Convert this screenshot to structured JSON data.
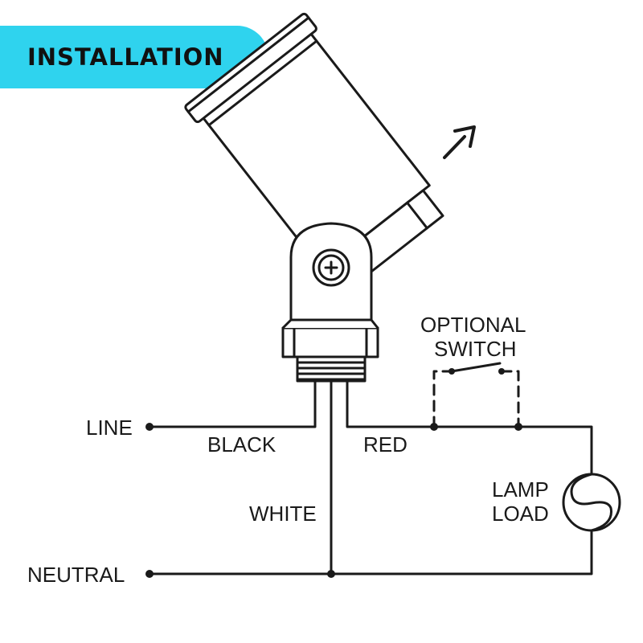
{
  "header": {
    "title": "INSTALLATION"
  },
  "colors": {
    "banner": "#2fd3ee",
    "line": "#1a1a1a",
    "background": "#ffffff"
  },
  "diagram": {
    "terminals": {
      "line": "LINE",
      "neutral": "NEUTRAL"
    },
    "wires": {
      "black": "BLACK",
      "red": "RED",
      "white": "WHITE"
    },
    "switch": {
      "line1": "OPTIONAL",
      "line2": "SWITCH"
    },
    "lamp": {
      "line1": "LAMP",
      "line2": "LOAD"
    },
    "icons": [
      "photocell-sensor-icon",
      "screw-icon",
      "arrow-icon",
      "lamp-icon",
      "switch-icon"
    ]
  }
}
